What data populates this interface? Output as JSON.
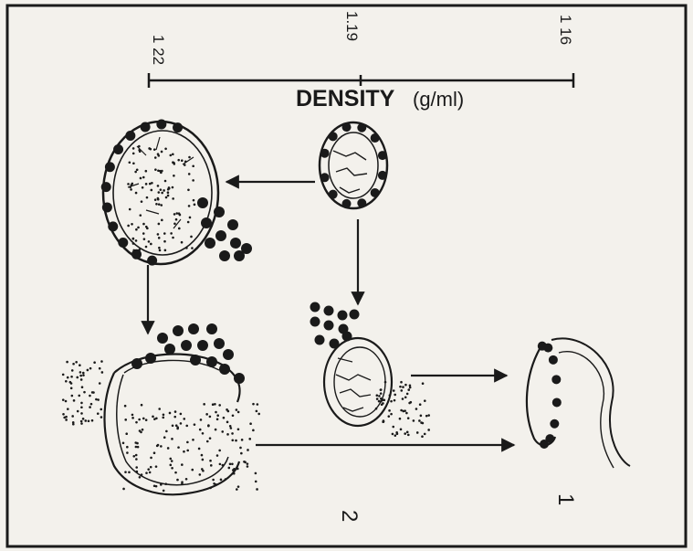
{
  "axis": {
    "ticks": [
      "1 22",
      "1.19",
      "1 16"
    ],
    "title": "DENSITY",
    "unit": "(g/ml)"
  },
  "panel_labels": [
    "2",
    "1"
  ],
  "colors": {
    "ink": "#1a1a1a",
    "paper": "#f3f1ec"
  }
}
